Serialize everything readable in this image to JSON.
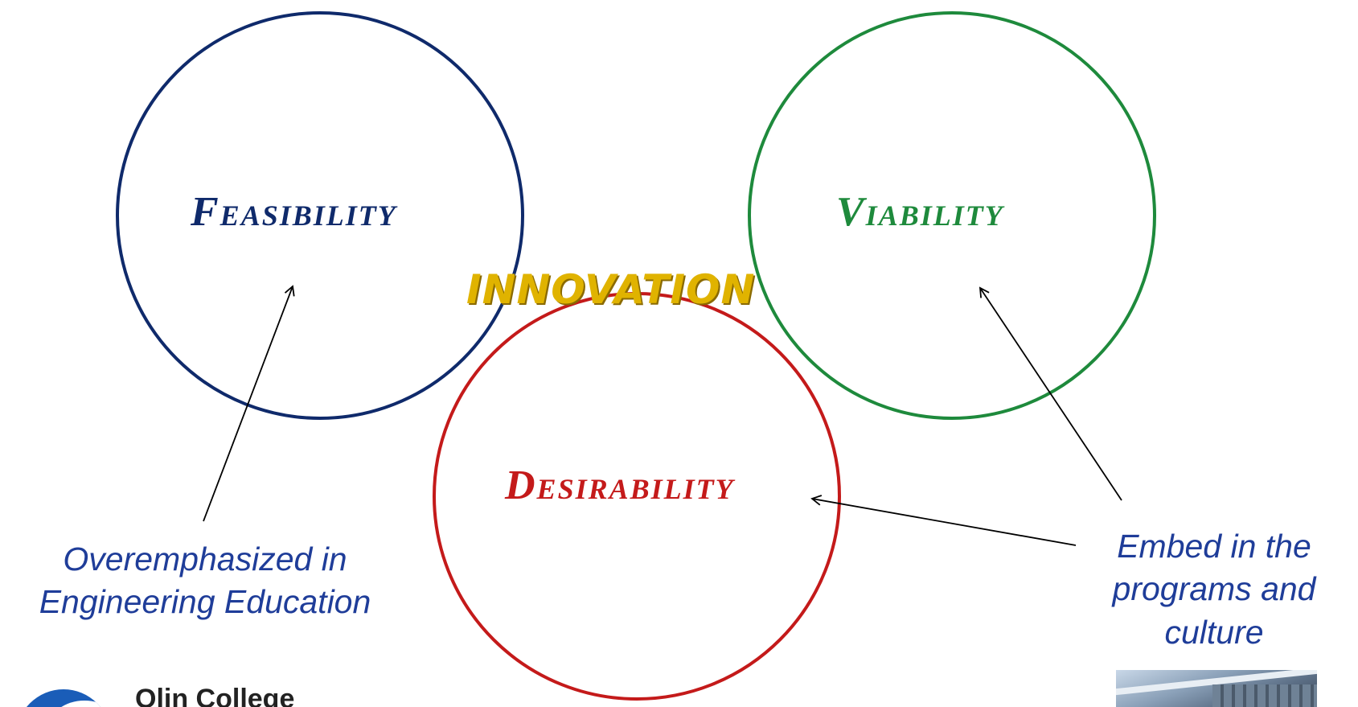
{
  "diagram": {
    "circles": [
      {
        "name": "Feasibility",
        "color": "#0f2a6b"
      },
      {
        "name": "Viability",
        "color": "#1e8a3c"
      },
      {
        "name": "Desirability",
        "color": "#c41a1a"
      }
    ],
    "center_label": "INNOVATION",
    "center_color": "#e0b300"
  },
  "annotations": {
    "left": {
      "line1": "Overemphasized in",
      "line2": "Engineering Education"
    },
    "right": {
      "line1": "Embed in the",
      "line2": "programs and",
      "line3": "culture"
    },
    "color": "#1f3d99"
  },
  "logo": {
    "text": "Olin College"
  }
}
